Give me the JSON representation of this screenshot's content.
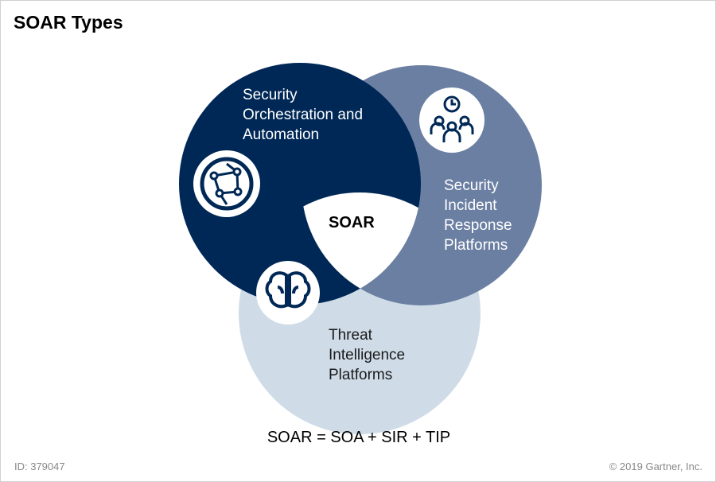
{
  "title": "SOAR Types",
  "circles": {
    "soa": {
      "label": "Security\nOrchestration and\nAutomation",
      "icon": "network-globe-icon",
      "color": "#002856"
    },
    "sir": {
      "label": "Security\nIncident\nResponse\nPlatforms",
      "icon": "team-clock-icon",
      "color": "#6b7fa3"
    },
    "tip": {
      "label": "Threat\nIntelligence\nPlatforms",
      "icon": "brain-icon",
      "color": "#cfdce8"
    }
  },
  "center_label": "SOAR",
  "formula": "SOAR = SOA + SIR + TIP",
  "footer": {
    "id": "ID: 379047",
    "copyright": "© 2019 Gartner, Inc."
  }
}
